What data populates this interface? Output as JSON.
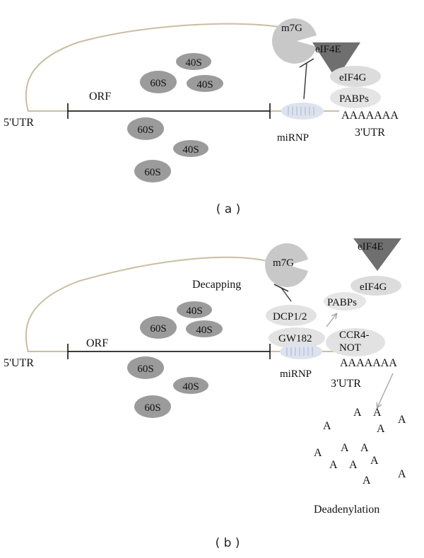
{
  "colors": {
    "mrna_line": "#c8bea0",
    "ribosome": "#9b9b9b",
    "light_protein": "#dcdcdc",
    "cap_shape": "#c8c8c8",
    "eif4e": "#6f6f6f",
    "arrow": "#a0a0a0",
    "mirnp": "#b8c8e0",
    "text": "#111111"
  },
  "icons": {
    "eif4e": "inverted-triangle",
    "m7g": "pacman-cap",
    "inhibition": "t-bar",
    "mirnp": "striped-ellipse"
  },
  "panel_a": {
    "caption": "( a )",
    "utr5": "5'UTR",
    "orf": "ORF",
    "ribosomes": [
      "40S",
      "60S",
      "40S",
      "60S",
      "40S",
      "60S"
    ],
    "m7g": "m7G",
    "eif4e": "eIF4E",
    "eif4g": "eIF4G",
    "pabps": "PABPs",
    "polya": "AAAAAAA",
    "utr3": "3'UTR",
    "mirnp": "miRNP"
  },
  "panel_b": {
    "caption": "( b )",
    "utr5": "5'UTR",
    "orf": "ORF",
    "ribosomes": [
      "40S",
      "60S",
      "40S",
      "60S",
      "40S",
      "60S"
    ],
    "m7g": "m7G",
    "decapping": "Decapping",
    "dcp": "DCP1/2",
    "gw182": "GW182",
    "mirnp": "miRNP",
    "ccr4_line1": "CCR4-",
    "ccr4_line2": "NOT",
    "eif4e": "eIF4E",
    "eif4g": "eIF4G",
    "pabps": "PABPs",
    "polya": "AAAAAAA",
    "utr3": "3'UTR",
    "scattered_a": [
      "A",
      "A",
      "A",
      "A",
      "A",
      "A",
      "A",
      "A",
      "A",
      "A",
      "A",
      "A",
      "A"
    ],
    "deadenylation": "Deadenylation"
  }
}
